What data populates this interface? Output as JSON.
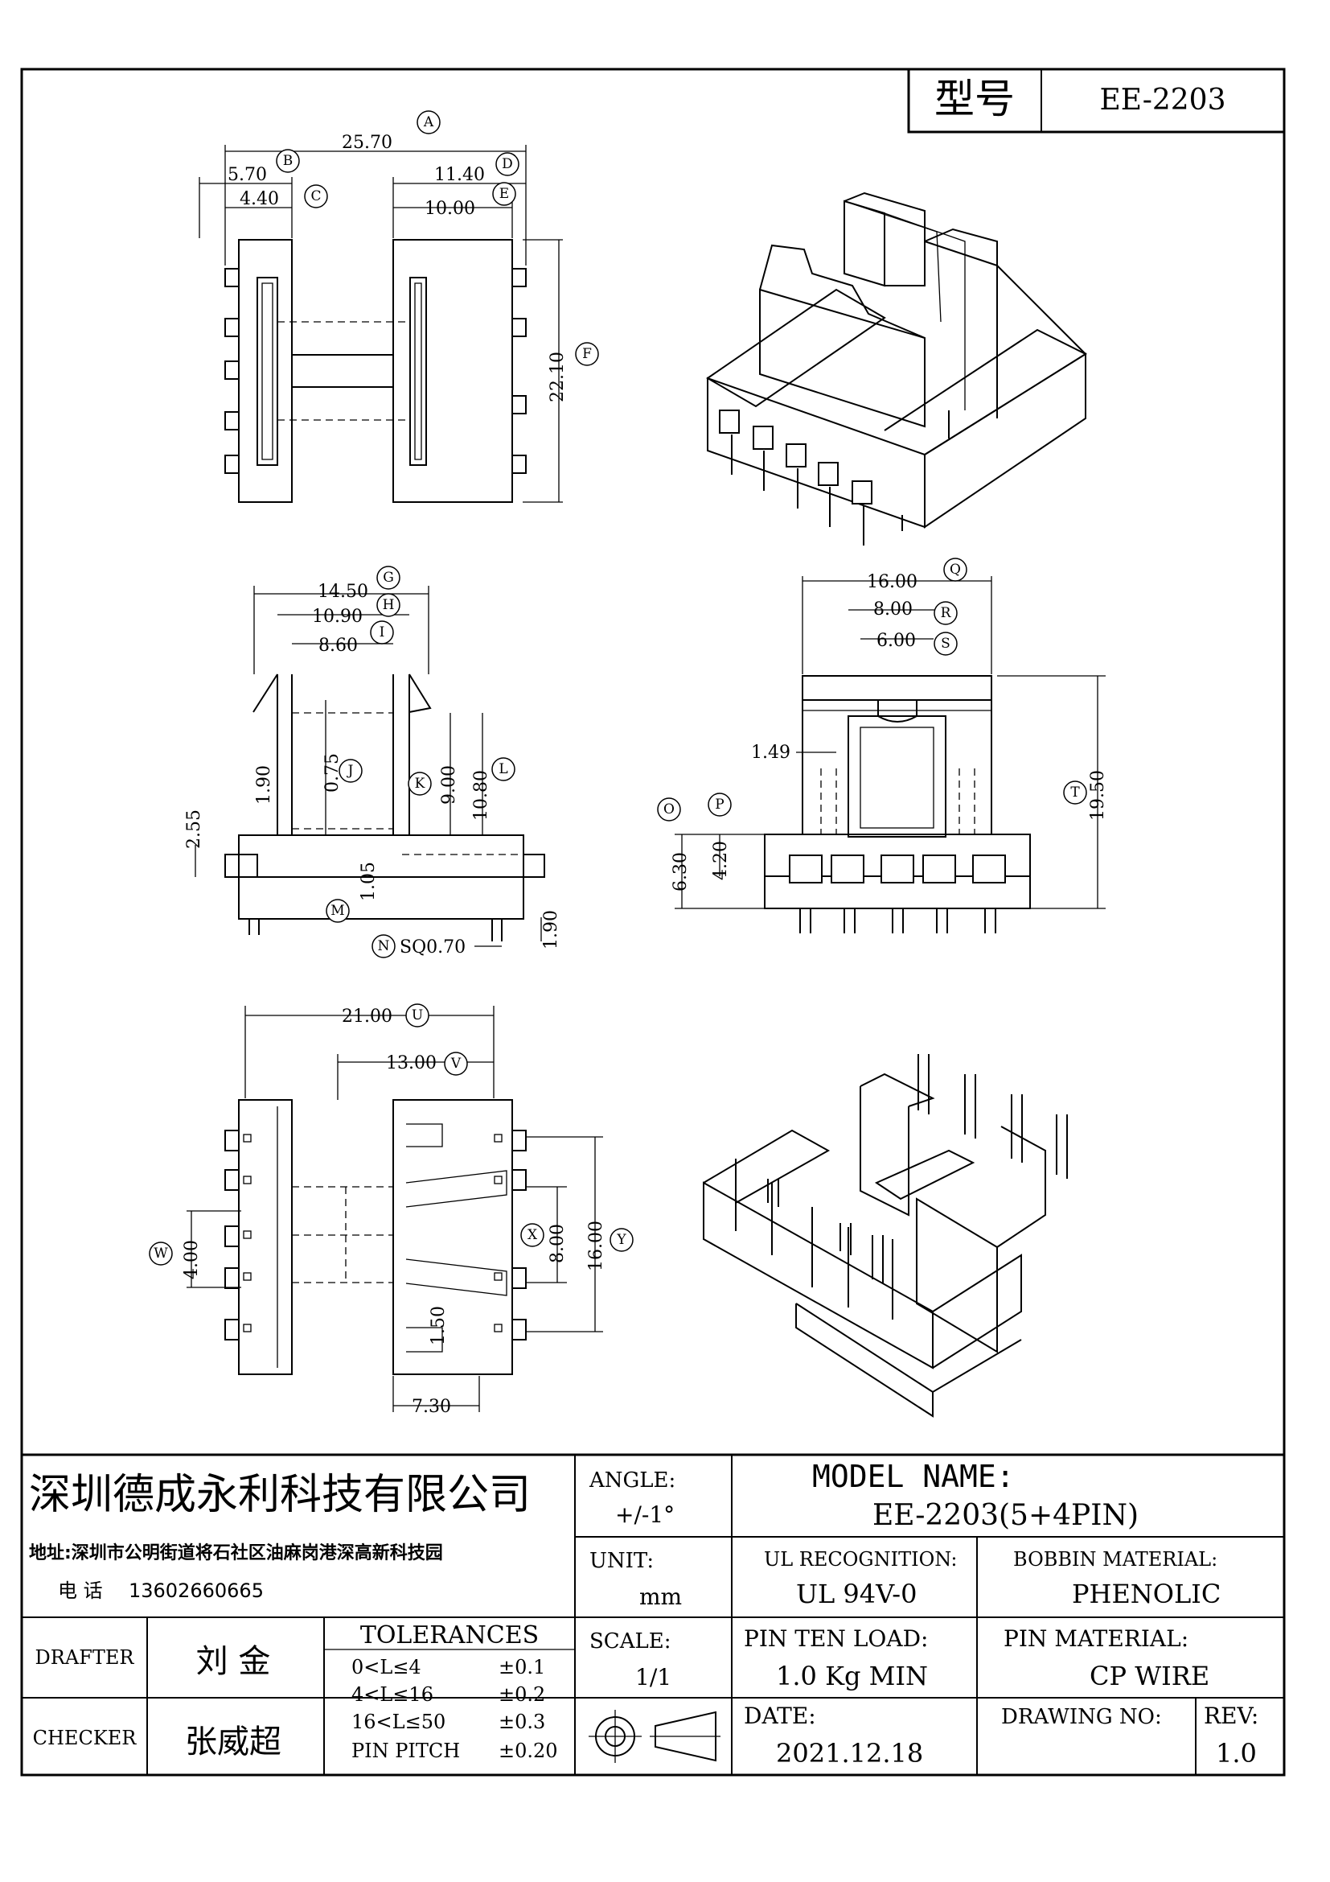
{
  "header": {
    "type_label": "型号",
    "model": "EE-2203"
  },
  "view_top": {
    "dims": [
      {
        "letter": "A",
        "value": "25.70"
      },
      {
        "letter": "B",
        "value": "5.70"
      },
      {
        "letter": "C",
        "value": "4.40"
      },
      {
        "letter": "D",
        "value": "11.40"
      },
      {
        "letter": "E",
        "value": "10.00"
      },
      {
        "letter": "F",
        "value": "22.10"
      }
    ]
  },
  "view_side": {
    "dims": [
      {
        "letter": "G",
        "value": "14.50"
      },
      {
        "letter": "H",
        "value": "10.90"
      },
      {
        "letter": "I",
        "value": "8.60"
      },
      {
        "letter": "J",
        "value": "0.75"
      },
      {
        "letter": "K",
        "value": "9.00"
      },
      {
        "letter": "L",
        "value": "10.80"
      },
      {
        "letter": "M",
        "value": ""
      },
      {
        "letter": "N",
        "value": "SQ0.70"
      }
    ],
    "extra": [
      "1.90",
      "2.55",
      "1.05",
      "1.90"
    ]
  },
  "view_front": {
    "dims": [
      {
        "letter": "Q",
        "value": "16.00"
      },
      {
        "letter": "R",
        "value": "8.00"
      },
      {
        "letter": "S",
        "value": "6.00"
      },
      {
        "letter": "T",
        "value": "19.50"
      },
      {
        "letter": "O",
        "value": "6.30"
      },
      {
        "letter": "P",
        "value": "4.20"
      }
    ],
    "extra": [
      "1.49"
    ]
  },
  "view_bottom": {
    "dims": [
      {
        "letter": "U",
        "value": "21.00"
      },
      {
        "letter": "V",
        "value": "13.00"
      },
      {
        "letter": "W",
        "value": "4.00"
      },
      {
        "letter": "X",
        "value": "8.00"
      },
      {
        "letter": "Y",
        "value": "16.00"
      }
    ],
    "extra": [
      "1.50",
      "7.30"
    ]
  },
  "title_block": {
    "company": "深圳德成永利科技有限公司",
    "address": "地址:深圳市公明街道将石社区油麻岗港深高新科技园",
    "phone_label": "电 话",
    "phone": "13602660665",
    "drafter_label": "DRAFTER",
    "drafter": "刘 金",
    "checker_label": "CHECKER",
    "checker": "张威超",
    "tolerances_title": "TOLERANCES",
    "tolerances": [
      {
        "range": "0<L≤4",
        "value": "±0.1"
      },
      {
        "range": "4<L≤16",
        "value": "±0.2"
      },
      {
        "range": "16<L≤50",
        "value": "±0.3"
      },
      {
        "range": "PIN PITCH",
        "value": "±0.20"
      }
    ],
    "angle_label": "ANGLE:",
    "angle": "+/-1°",
    "unit_label": "UNIT:",
    "unit": "mm",
    "scale_label": "SCALE:",
    "scale": "1/1",
    "model_name_label": "MODEL NAME:",
    "model_name": "EE-2203(5+4PIN)",
    "ul_label": "UL RECOGNITION:",
    "ul": "UL 94V-0",
    "bobbin_label": "BOBBIN MATERIAL:",
    "bobbin": "PHENOLIC",
    "pin_load_label": "PIN TEN LOAD:",
    "pin_load": "1.0 Kg MIN",
    "pin_material_label": "PIN MATERIAL:",
    "pin_material": "CP WIRE",
    "date_label": "DATE:",
    "date": "2021.12.18",
    "drawing_no_label": "DRAWING NO:",
    "drawing_no": "",
    "rev_label": "REV:",
    "rev": "1.0"
  }
}
